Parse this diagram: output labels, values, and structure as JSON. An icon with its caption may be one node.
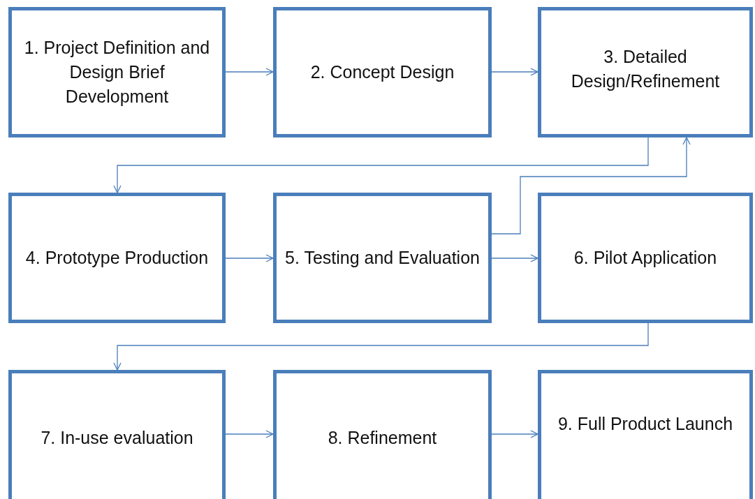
{
  "diagram": {
    "nodes": [
      {
        "text": [
          "1. Project Definition and Design Brief Development"
        ]
      },
      {
        "text": [
          "2. Concept Design"
        ]
      },
      {
        "text": [
          "3. Detailed Design/Refinement"
        ]
      },
      {
        "text": [
          "4. Prototype Production"
        ]
      },
      {
        "text": [
          "5. Testing and Evaluation"
        ]
      },
      {
        "text": [
          "6. Pilot Application"
        ]
      },
      {
        "text": [
          "7. In-use evaluation"
        ]
      },
      {
        "text": [
          "8. Refinement"
        ]
      },
      {
        "text": [
          "9. Full Product Launch"
        ]
      }
    ],
    "edges": [
      {
        "from": 0,
        "to": 1,
        "arrow": "to"
      },
      {
        "from": 1,
        "to": 2,
        "arrow": "to"
      },
      {
        "from": 2,
        "to": 3,
        "arrow": "to"
      },
      {
        "from": 3,
        "to": 4,
        "arrow": "to"
      },
      {
        "from": 4,
        "to": 2,
        "arrow": "to"
      },
      {
        "from": 4,
        "to": 5,
        "arrow": "to"
      },
      {
        "from": 5,
        "to": 6,
        "arrow": "to"
      },
      {
        "from": 6,
        "to": 7,
        "arrow": "to"
      },
      {
        "from": 7,
        "to": 8,
        "arrow": "to"
      }
    ]
  }
}
